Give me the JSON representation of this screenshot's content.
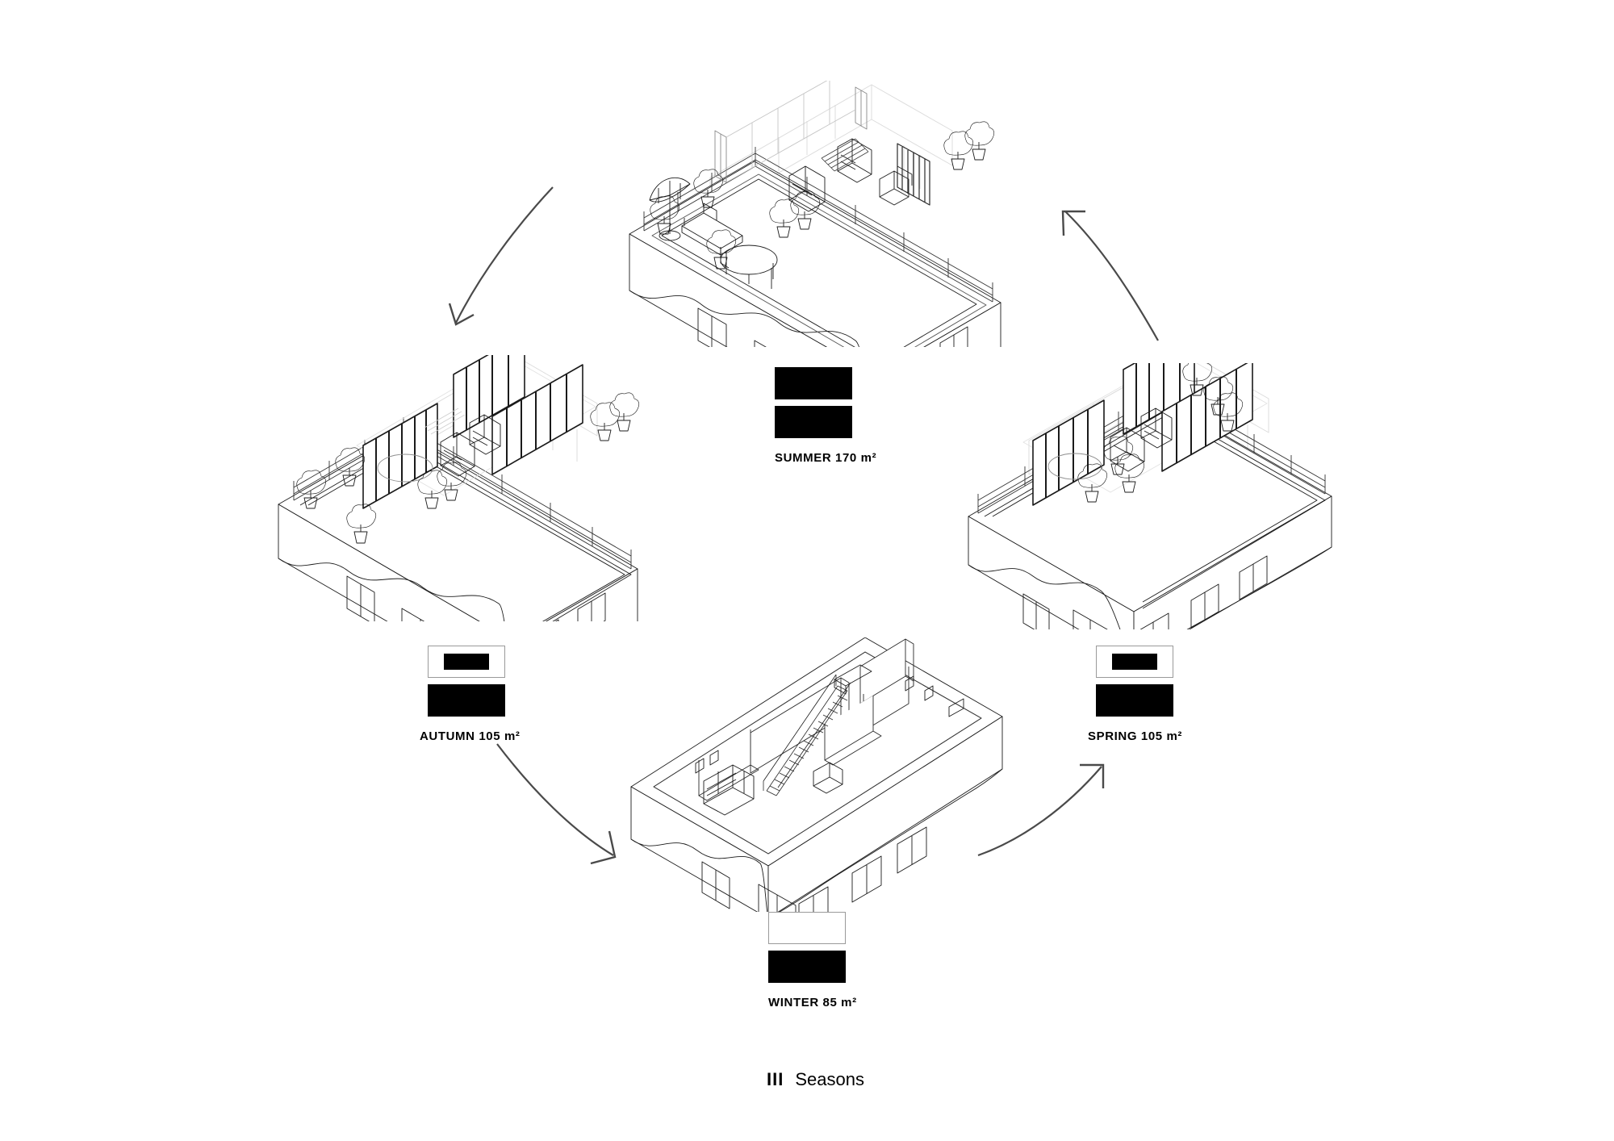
{
  "figure": {
    "numeral": "III",
    "caption": "Seasons"
  },
  "seasons": [
    {
      "key": "summer",
      "label": "SUMMER 170 m²",
      "name": "SUMMER",
      "area": "170 m²",
      "bars": [
        "solid",
        "solid"
      ],
      "description": "Fully open rooftop terrace with umbrella, sofa, round dining table, potted plants and open stair"
    },
    {
      "key": "autumn",
      "label": "AUTUMN 105 m²",
      "name": "AUTUMN",
      "area": "105 m²",
      "bars": [
        "partial",
        "solid"
      ],
      "description": "Glazed sliding partitions partly enclose the roof volume, planters along the railing"
    },
    {
      "key": "winter",
      "label": "WINTER 85 m²",
      "name": "WINTER",
      "area": "85 m²",
      "bars": [
        "empty",
        "solid"
      ],
      "description": "Roof closed; interior plan with staircase, partition walls and shelving visible"
    },
    {
      "key": "spring",
      "label": "SPRING 105 m²",
      "name": "SPRING",
      "area": "105 m²",
      "bars": [
        "partial",
        "solid"
      ],
      "description": "Glazed sliding partitions partly enclose the roof volume, planters along the railing"
    }
  ],
  "flow": [
    {
      "from": "summer",
      "to": "autumn"
    },
    {
      "from": "autumn",
      "to": "winter"
    },
    {
      "from": "winter",
      "to": "spring"
    },
    {
      "from": "spring",
      "to": "summer"
    }
  ],
  "colors": {
    "ink": "#000000",
    "line": "#2b2b2b",
    "ghost": "#d9d9d9",
    "badge_border": "#9a9a9a",
    "background": "#ffffff"
  }
}
